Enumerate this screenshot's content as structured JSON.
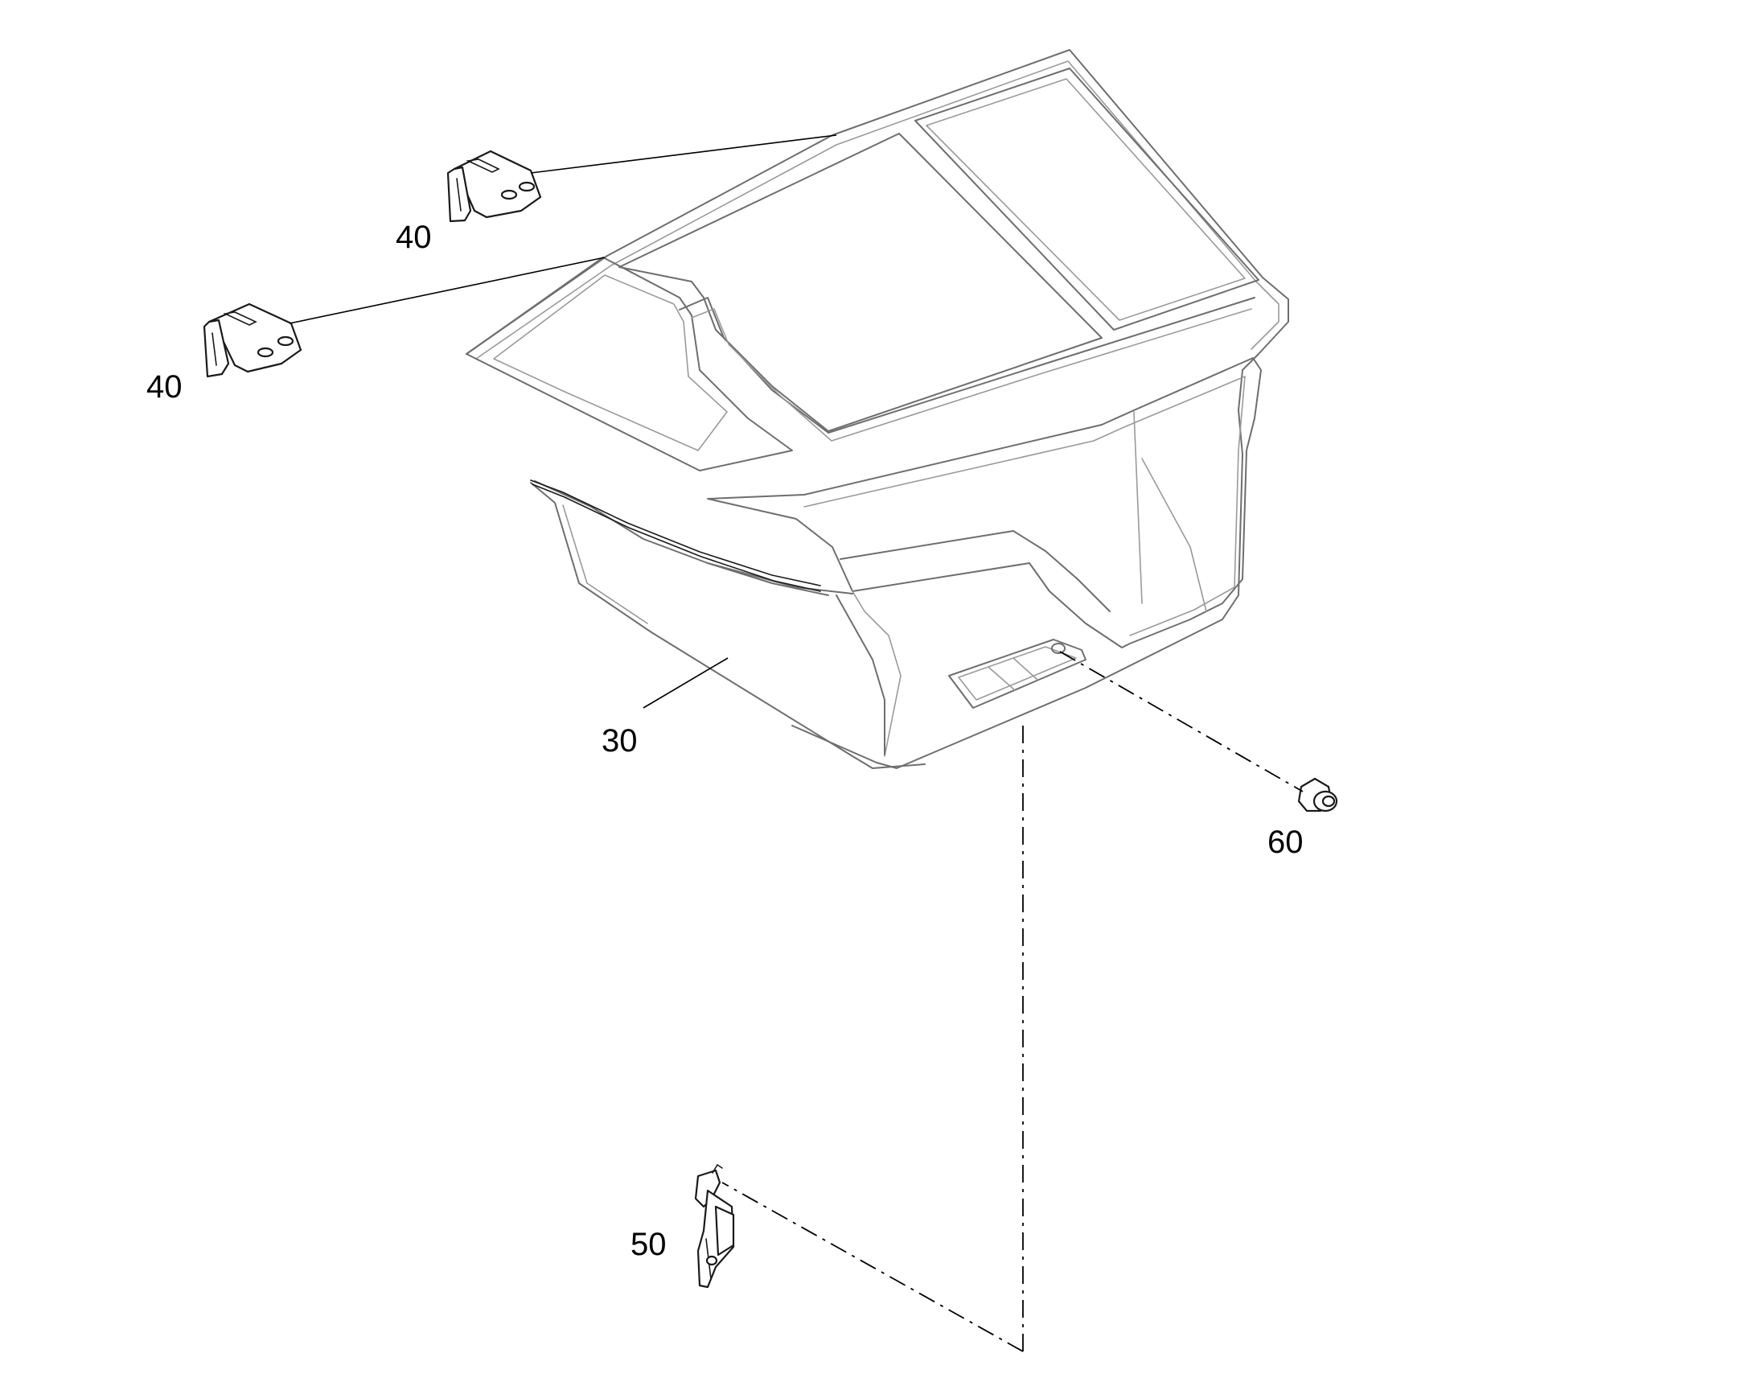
{
  "callouts": {
    "hinge_upper": "40",
    "hinge_lower": "40",
    "cover": "30",
    "latch": "50",
    "fastener": "60"
  },
  "colors": {
    "line": "#000000",
    "body_edge": "#6e6e6e",
    "background": "#ffffff"
  }
}
